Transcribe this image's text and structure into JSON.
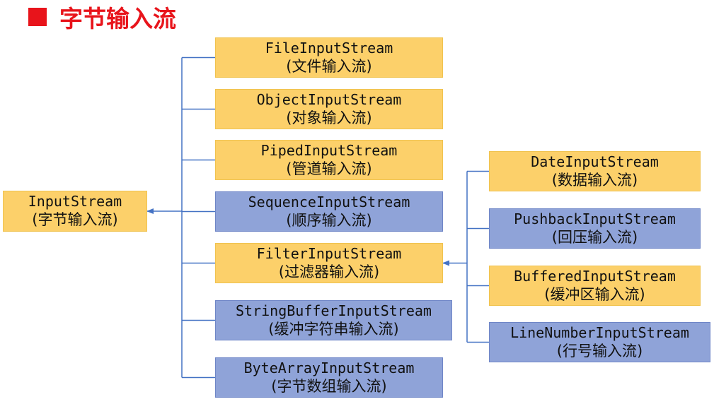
{
  "title": "字节输入流",
  "colors": {
    "title": "#e8141b",
    "yellow_box": "#fcd06a",
    "blue_box": "#8fa3d8",
    "connector": "#4472c4"
  },
  "root": {
    "name": "InputStream",
    "desc": "(字节输入流)",
    "color": "yellow"
  },
  "level1": [
    {
      "name": "FileInputStream",
      "desc": "(文件输入流)",
      "color": "yellow"
    },
    {
      "name": "ObjectInputStream",
      "desc": "(对象输入流)",
      "color": "yellow"
    },
    {
      "name": "PipedInputStream",
      "desc": "(管道输入流)",
      "color": "yellow"
    },
    {
      "name": "SequenceInputStream",
      "desc": "(顺序输入流)",
      "color": "blue"
    },
    {
      "name": "FilterInputStream",
      "desc": "(过滤器输入流)",
      "color": "yellow"
    },
    {
      "name": "StringBufferInputStream",
      "desc": "(缓冲字符串输入流)",
      "color": "blue"
    },
    {
      "name": "ByteArrayInputStream",
      "desc": "(字节数组输入流)",
      "color": "blue"
    }
  ],
  "level2": [
    {
      "name": "DateInputStream",
      "desc": "(数据输入流)",
      "color": "yellow"
    },
    {
      "name": "PushbackInputStream",
      "desc": "(回压输入流)",
      "color": "blue"
    },
    {
      "name": "BufferedInputStream",
      "desc": "(缓冲区输入流)",
      "color": "yellow"
    },
    {
      "name": "LineNumberInputStream",
      "desc": "(行号输入流)",
      "color": "blue"
    }
  ]
}
